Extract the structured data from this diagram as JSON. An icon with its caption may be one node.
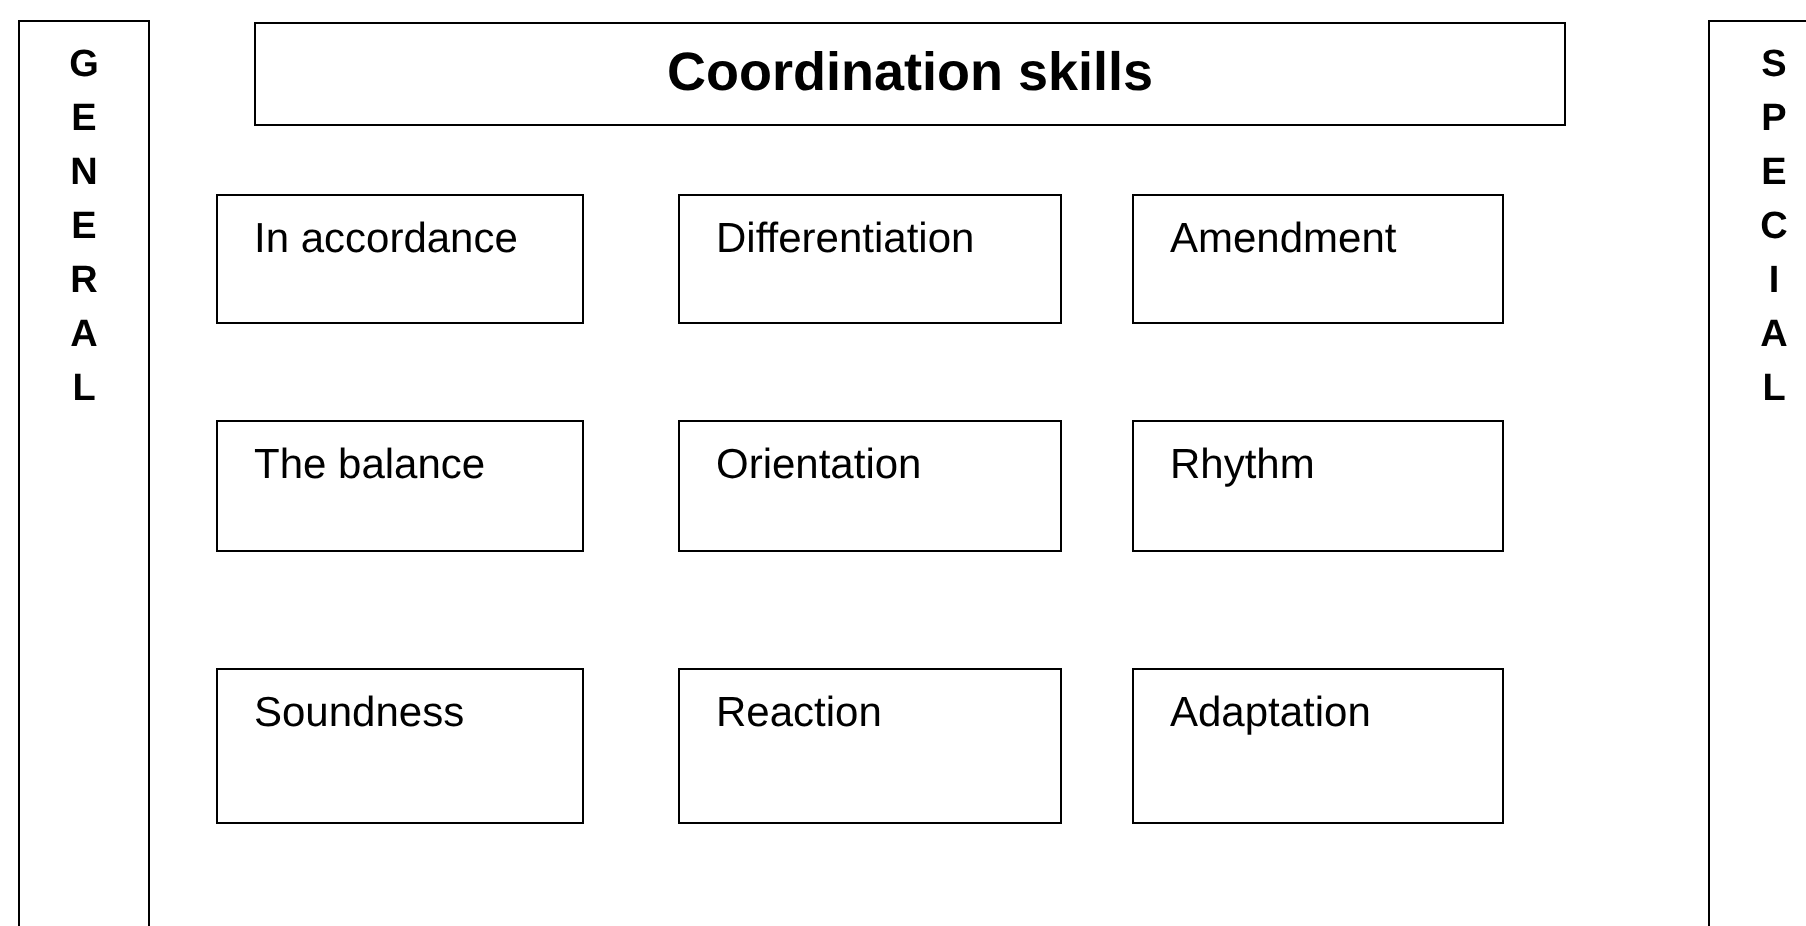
{
  "diagram": {
    "nodes": [
      {
        "text": [
          "GENERAL"
        ]
      },
      {
        "text": [
          "Coordination skills"
        ]
      },
      {
        "text": [
          "In accordance"
        ]
      },
      {
        "text": [
          "Differentiation"
        ]
      },
      {
        "text": [
          "Amendment"
        ]
      },
      {
        "text": [
          "The balance"
        ]
      },
      {
        "text": [
          "Orientation"
        ]
      },
      {
        "text": [
          "Rhythm"
        ]
      },
      {
        "text": [
          "Soundness"
        ]
      },
      {
        "text": [
          "Reaction"
        ]
      },
      {
        "text": [
          "Adaptation"
        ]
      },
      {
        "text": [
          "SPECIAL"
        ]
      }
    ]
  }
}
